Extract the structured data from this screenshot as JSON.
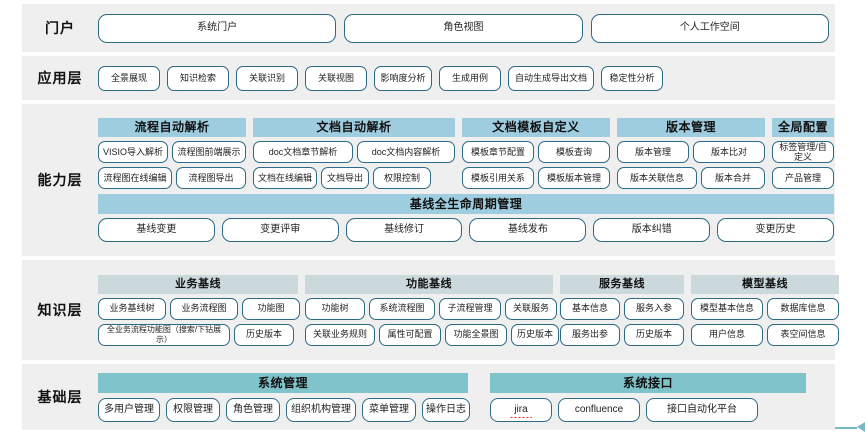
{
  "theme": {
    "band_bg": "#efefef",
    "pill_border": "#2c6a85",
    "head_blue": "#9fcde0",
    "head_grayblue": "#cbd9dd",
    "head_teal": "#7fc3cb"
  },
  "layers": [
    {
      "id": "portal",
      "label": "门户",
      "buttons": [
        "系统门户",
        "角色视图",
        "个人工作空间"
      ]
    },
    {
      "id": "application",
      "label": "应用层",
      "buttons": [
        "全景展现",
        "知识检索",
        "关联识别",
        "关联视图",
        "影响度分析",
        "生成用例",
        "自动生成导出文档",
        "稳定性分析"
      ]
    },
    {
      "id": "capability",
      "label": "能力层",
      "groups": [
        {
          "title": "流程自动解析",
          "rows": [
            [
              "VISIO导入解析",
              "流程图前端展示"
            ],
            [
              "流程图在线编辑",
              "流程图导出"
            ]
          ]
        },
        {
          "title": "文档自动解析",
          "rows": [
            [
              "doc文档章节解析",
              "doc文档内容解析"
            ],
            [
              "文档在线编辑",
              "文档导出",
              "权限控制"
            ]
          ]
        },
        {
          "title": "文档模板自定义",
          "rows": [
            [
              "模板章节配置",
              "模板查询"
            ],
            [
              "模板引用关系",
              "模板版本管理"
            ]
          ]
        },
        {
          "title": "版本管理",
          "rows": [
            [
              "版本管理",
              "版本比对"
            ],
            [
              "版本关联信息",
              "版本合并"
            ]
          ]
        },
        {
          "title": "全局配置",
          "rows": [
            [
              "标签管理/自定义"
            ],
            [
              "产品管理"
            ]
          ]
        }
      ],
      "fullband": {
        "title": "基线全生命周期管理",
        "buttons": [
          "基线变更",
          "变更评审",
          "基线修订",
          "基线发布",
          "版本纠错",
          "变更历史"
        ]
      }
    },
    {
      "id": "knowledge",
      "label": "知识层",
      "groups": [
        {
          "title": "业务基线",
          "rows": [
            [
              "业务基线树",
              "业务流程图",
              "功能图"
            ],
            [
              "全业务流程功能图（搜索/下钻展示）",
              "历史版本"
            ]
          ]
        },
        {
          "title": "功能基线",
          "rows": [
            [
              "功能树",
              "系统流程图",
              "子流程管理",
              "关联服务"
            ],
            [
              "关联业务规则",
              "属性可配置",
              "功能全景图",
              "历史版本"
            ]
          ]
        },
        {
          "title": "服务基线",
          "rows": [
            [
              "基本信息",
              "服务入参"
            ],
            [
              "服务出参",
              "历史版本"
            ]
          ]
        },
        {
          "title": "模型基线",
          "rows": [
            [
              "模型基本信息",
              "数据库信息"
            ],
            [
              "用户信息",
              "表空间信息"
            ]
          ]
        }
      ]
    },
    {
      "id": "foundation",
      "label": "基础层",
      "columns": [
        {
          "title": "系统管理",
          "rows": [
            [
              "多用户管理",
              "权限管理",
              "角色管理",
              "组织机构管理",
              "菜单管理",
              "操作日志"
            ]
          ]
        },
        {
          "title": "系统接口",
          "rows": [
            [
              "jira",
              "confluence",
              "接口自动化平台"
            ]
          ]
        }
      ]
    }
  ]
}
